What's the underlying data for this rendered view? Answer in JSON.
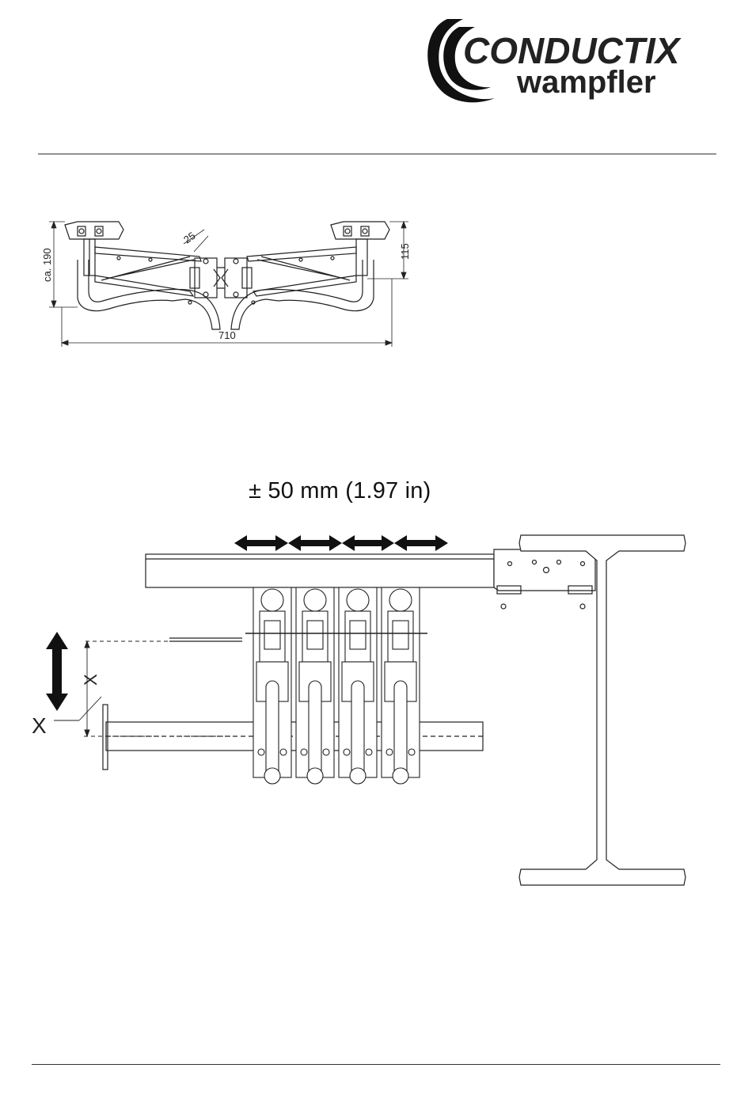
{
  "brand": {
    "name_line1": "CONDUCTIX",
    "name_line2": "wampfler",
    "accent_color": "#111111"
  },
  "top_drawing": {
    "dim_height_total": "ca. 190",
    "dim_height_arm": "115",
    "dim_offset": "25",
    "dim_width": "710"
  },
  "side_drawing": {
    "tolerance_label": "± 50 mm (1.97 in)",
    "vertical_label": "X",
    "marker_label": "X",
    "collector_count": 4,
    "arrow_icon": "double-headed-arrow-icon"
  }
}
